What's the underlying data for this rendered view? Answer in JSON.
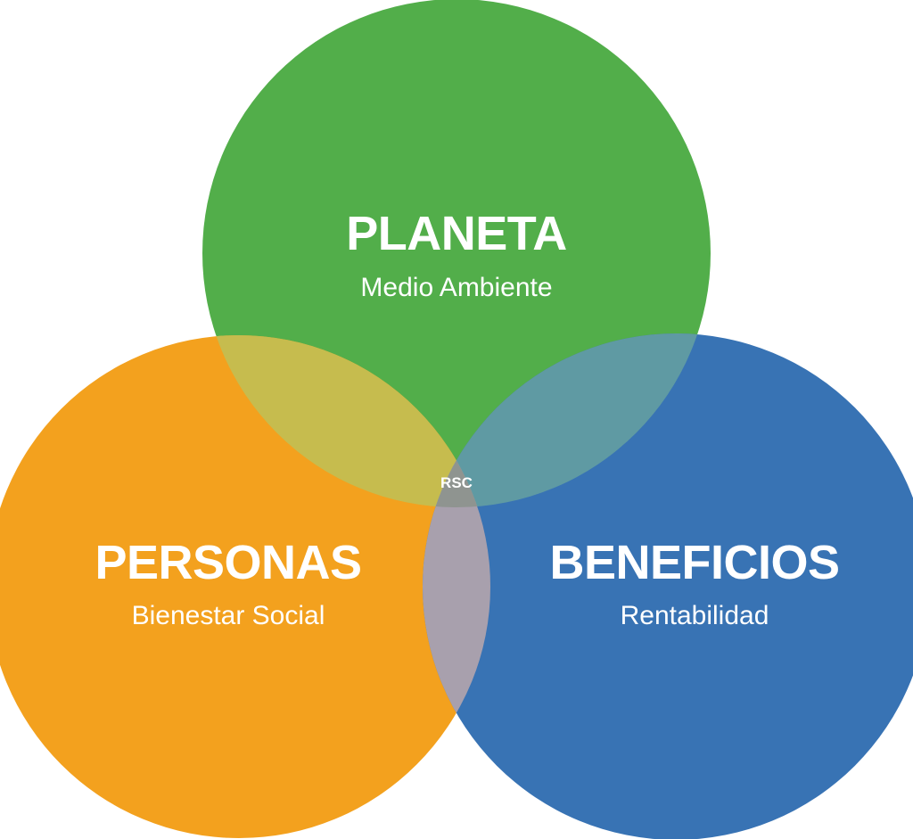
{
  "diagram": {
    "type": "venn",
    "sets": [
      {
        "id": "planeta",
        "title": "PLANETA",
        "subtitle": "Medio Ambiente",
        "color": "#52AE4A"
      },
      {
        "id": "personas",
        "title": "PERSONAS",
        "subtitle": "Bienestar Social",
        "color": "#F3A11E"
      },
      {
        "id": "beneficios",
        "title": "BENEFICIOS",
        "subtitle": "Rentabilidad",
        "color": "#3873B4"
      }
    ],
    "overlaps": {
      "planeta_personas": "#C6BC4E",
      "planeta_beneficios": "#5F9AA3",
      "personas_beneficios": "#A8A0AD",
      "all": "#8F9490"
    },
    "center_label": "RSC"
  }
}
